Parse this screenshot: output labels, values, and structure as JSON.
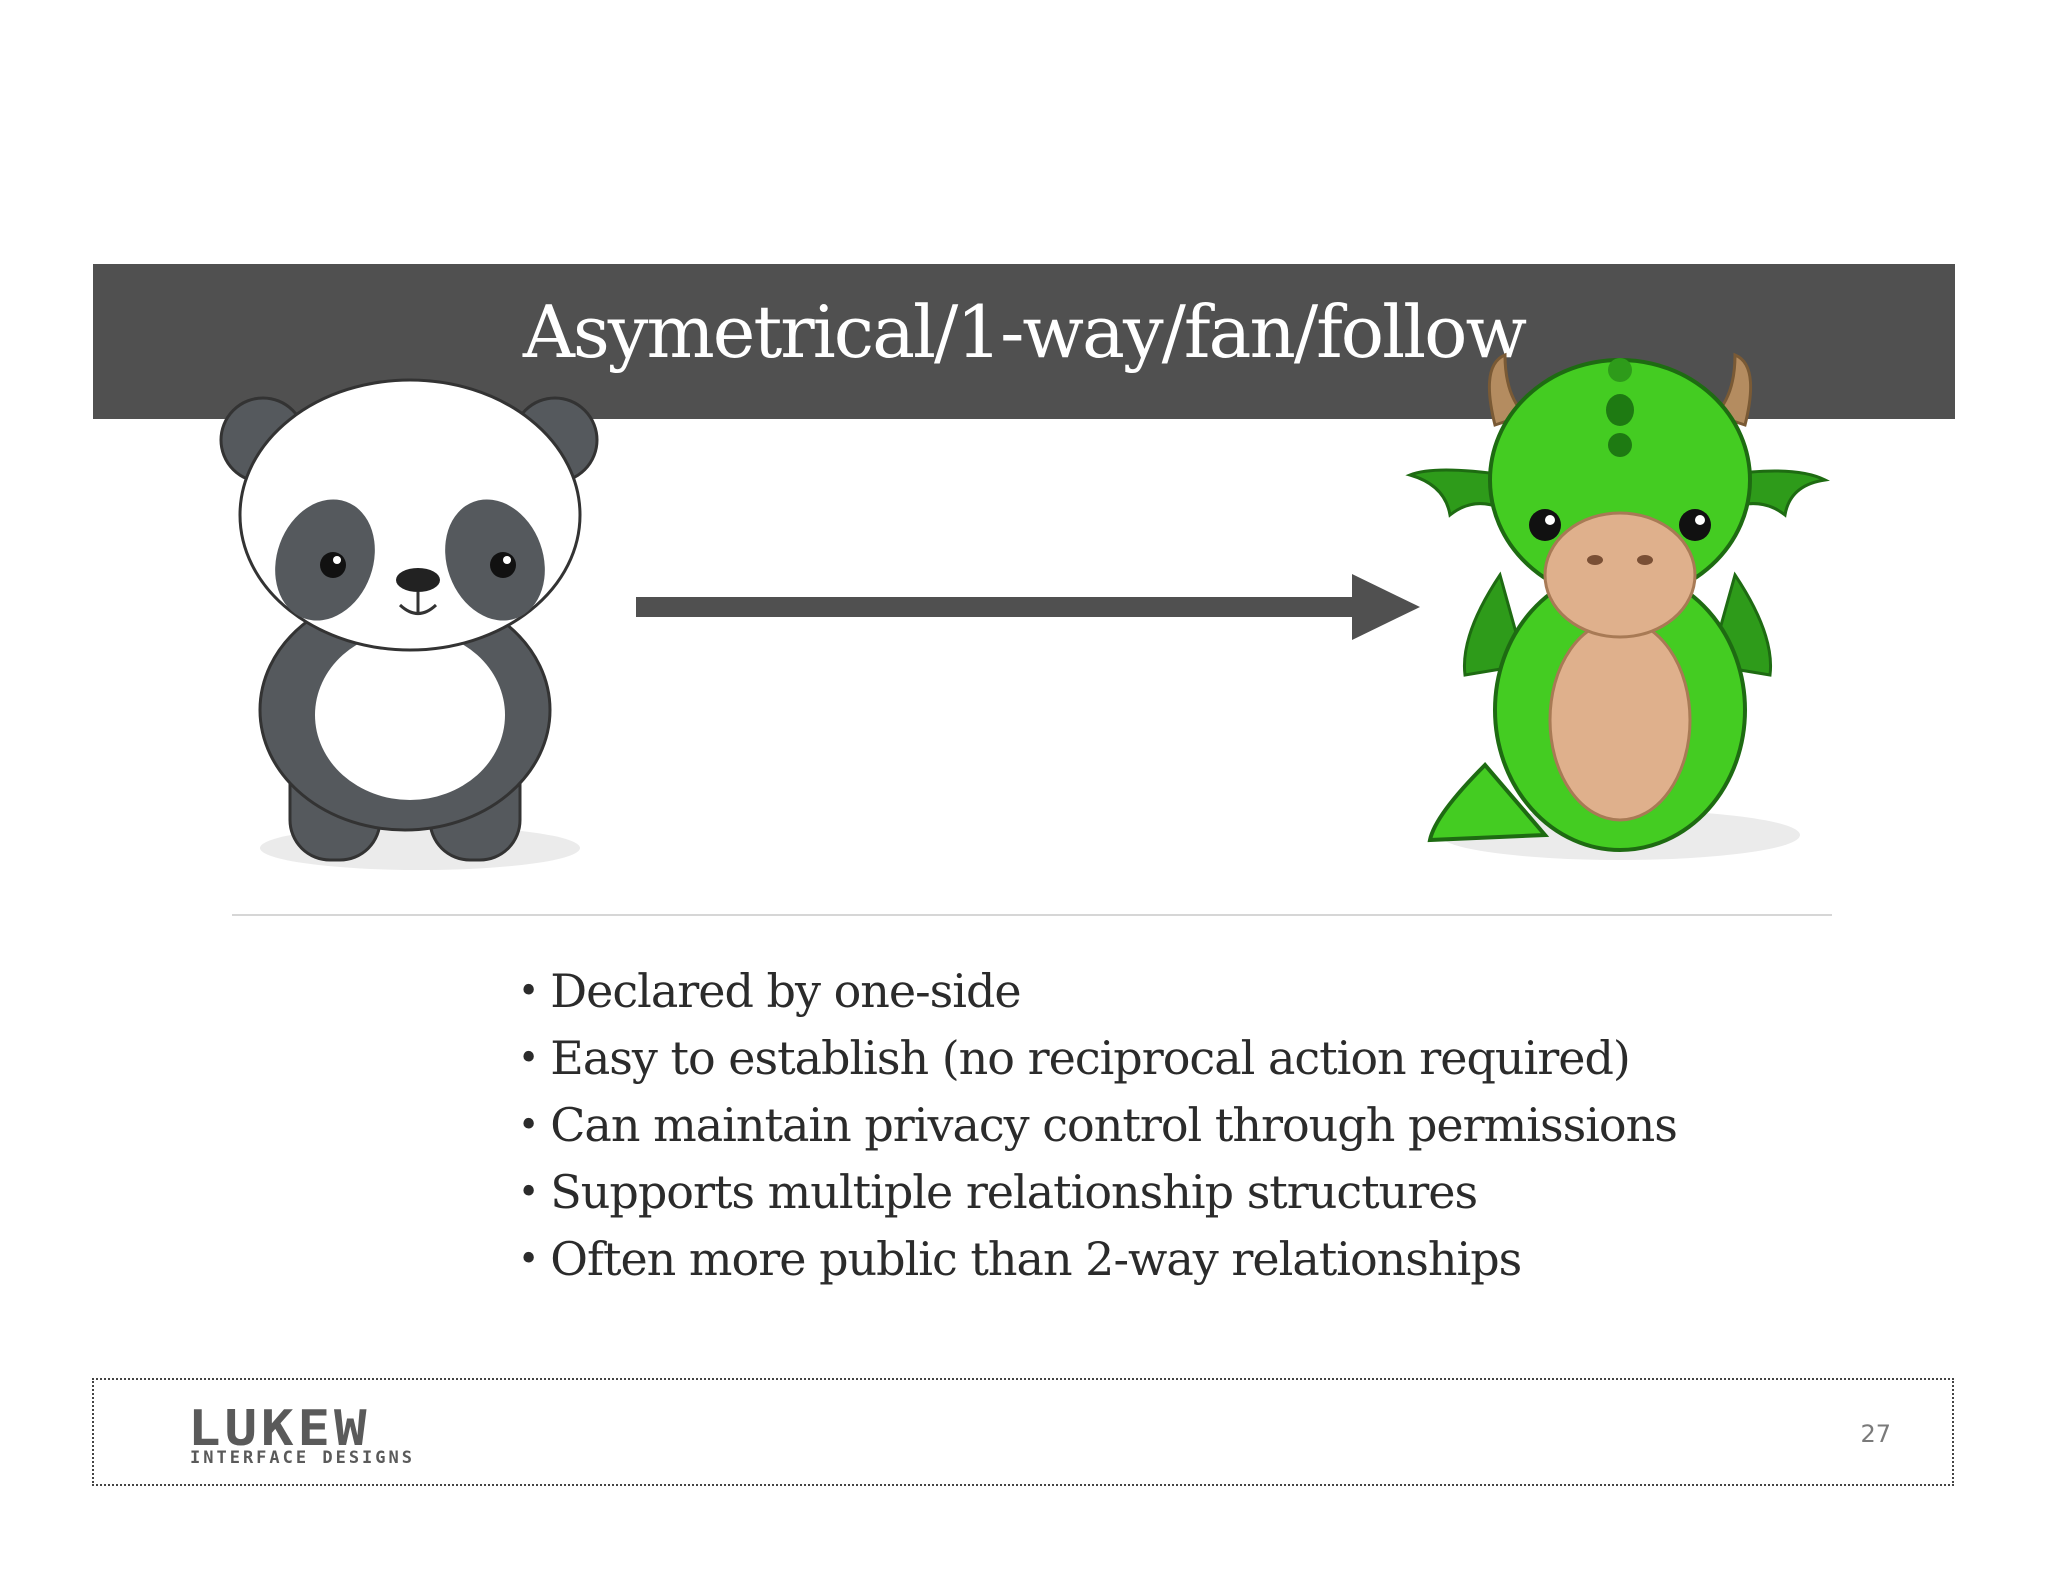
{
  "slide": {
    "title": "Asymetrical/1-way/fan/follow",
    "bullets": [
      "Declared by one-side",
      "Easy to establish (no reciprocal action required)",
      "Can maintain privacy control through permissions",
      "Supports multiple relationship structures",
      "Often more public than 2-way relationships"
    ],
    "page_number": "27"
  },
  "footer": {
    "logo_main": "LUKEW",
    "logo_sub": "INTERFACE DESIGNS"
  },
  "colors": {
    "title_bar": "#505050",
    "arrow": "#505050",
    "dragon_green": "#44cc22",
    "panda_dark": "#555a5e"
  },
  "icons": [
    "panda-illustration",
    "dragon-illustration",
    "right-arrow-icon"
  ]
}
